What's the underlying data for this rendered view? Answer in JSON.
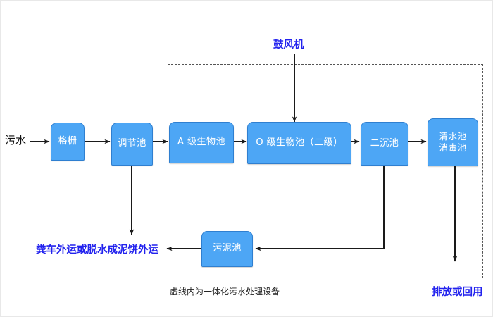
{
  "diagram": {
    "title_label": "鼓风机",
    "inlet_label": "污水",
    "enclosure_caption": "虚线内为一体化污水处理设备",
    "sludge_disposal_label": "粪车外运或脱水成泥饼外运",
    "discharge_label": "排放或回用",
    "colors": {
      "box_fill": "#4da6f5",
      "box_border": "#2f7fd0",
      "box_text": "#ffffff",
      "blue_text": "#2222ee",
      "line": "#1a1a1a",
      "dashed_border": "#555555",
      "background": "#ffffff"
    },
    "boxes": [
      {
        "id": "grate",
        "label": "格栅",
        "lines": [
          "格栅"
        ]
      },
      {
        "id": "equalization",
        "label": "调节池",
        "lines": [
          "调节池"
        ]
      },
      {
        "id": "a-stage",
        "label": "A 级生物池",
        "lines": [
          "A 级生物池"
        ]
      },
      {
        "id": "o-stage",
        "label": "O 级生物池（二级）",
        "lines": [
          "O 级生物池（二级）"
        ]
      },
      {
        "id": "clarifier",
        "label": "二沉池",
        "lines": [
          "二沉池"
        ]
      },
      {
        "id": "clearwater",
        "label": "清水池 消毒池",
        "lines": [
          "清水池",
          "消毒池"
        ]
      },
      {
        "id": "sludge",
        "label": "污泥池",
        "lines": [
          "污泥池"
        ]
      }
    ],
    "flow_sequence": [
      "污水",
      "格栅",
      "调节池",
      "A 级生物池",
      "O 级生物池（二级）",
      "二沉池",
      "清水池 消毒池",
      "排放或回用"
    ],
    "connections": [
      {
        "from": "污水",
        "to": "格栅",
        "type": "arrow"
      },
      {
        "from": "格栅",
        "to": "调节池",
        "type": "arrow"
      },
      {
        "from": "调节池",
        "to": "A 级生物池",
        "type": "arrow"
      },
      {
        "from": "A 级生物池",
        "to": "O 级生物池（二级）",
        "type": "arrow"
      },
      {
        "from": "O 级生物池（二级）",
        "to": "二沉池",
        "type": "arrow"
      },
      {
        "from": "二沉池",
        "to": "清水池 消毒池",
        "type": "arrow"
      },
      {
        "from": "鼓风机",
        "to": "O 级生物池（二级）",
        "type": "arrow-down"
      },
      {
        "from": "调节池",
        "to": "粪车外运或脱水成泥饼外运",
        "type": "arrow-down"
      },
      {
        "from": "二沉池",
        "to": "污泥池",
        "type": "elbow-arrow"
      },
      {
        "from": "污泥池",
        "to": "粪车外运或脱水成泥饼外运",
        "type": "arrow-left"
      },
      {
        "from": "清水池 消毒池",
        "to": "排放或回用",
        "type": "arrow-down"
      }
    ]
  }
}
